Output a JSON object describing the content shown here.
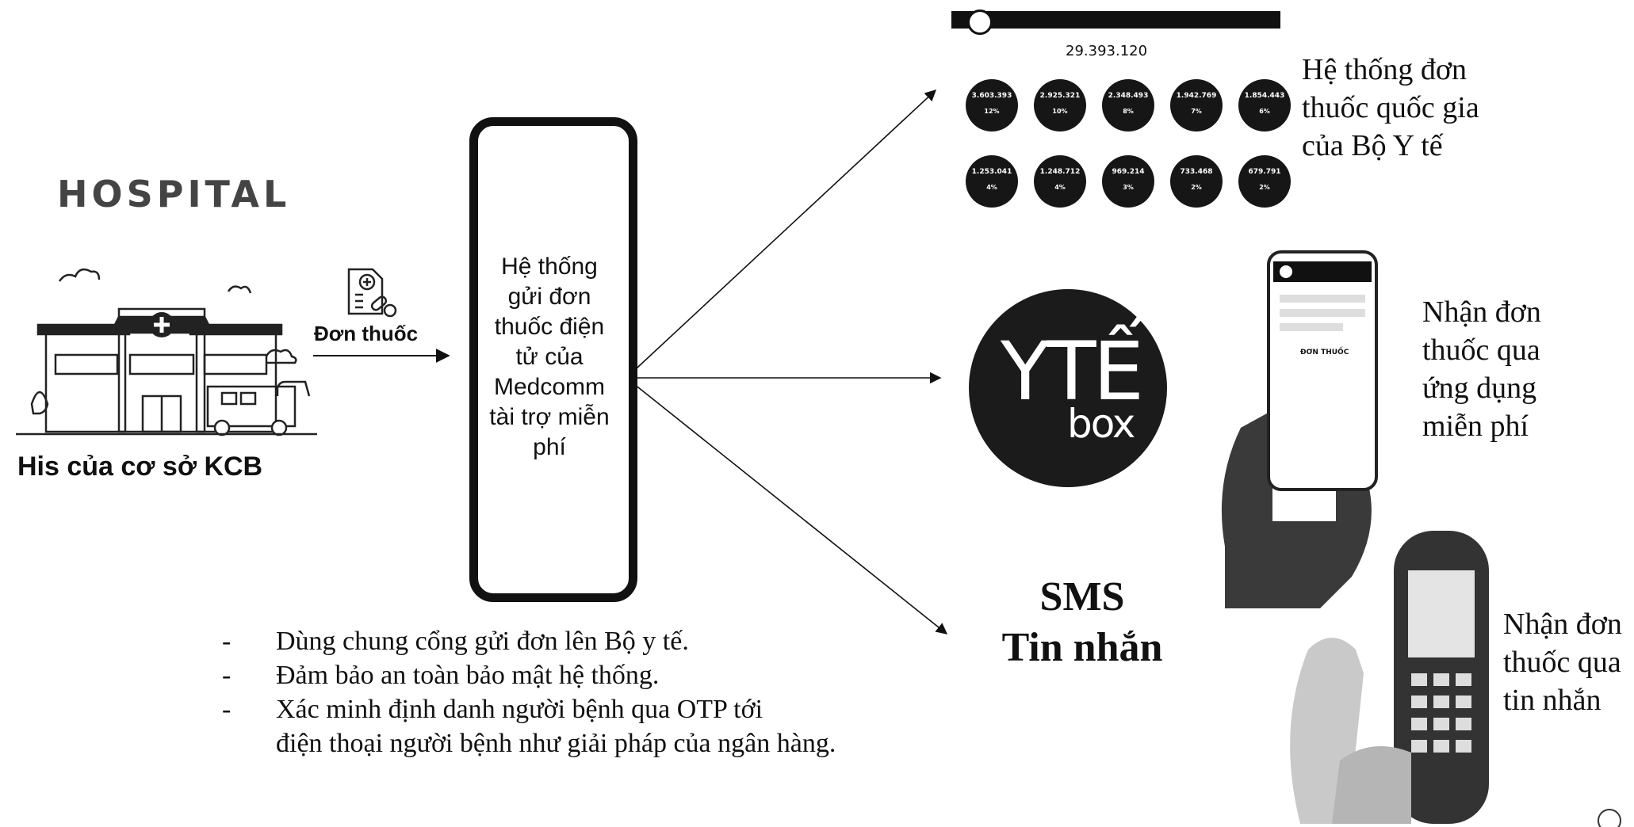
{
  "hospital": {
    "title": "HOSPITAL",
    "label": "His của cơ sở KCB"
  },
  "prescription": {
    "label": "Đơn thuốc"
  },
  "center_box": {
    "lines": [
      "Hệ thống",
      "gửi đơn",
      "thuốc điện",
      "tử của",
      "Medcomm",
      "tài trợ miễn",
      "phí"
    ]
  },
  "bullets": [
    {
      "dash": "-",
      "lines": [
        "Dùng chung cổng gửi đơn lên Bộ y tế."
      ]
    },
    {
      "dash": "-",
      "lines": [
        "Đảm bảo an toàn bảo mật hệ thống."
      ]
    },
    {
      "dash": "-",
      "lines": [
        "Xác minh định danh người bệnh qua OTP tới",
        "điện thoại người bệnh như giải pháp của ngân hàng."
      ]
    }
  ],
  "national_system": {
    "lines": [
      "Hệ thống đơn",
      "thuốc quốc gia",
      "của Bộ Y tế"
    ],
    "dashboard_total": "29.393.120",
    "stats": [
      {
        "value": "3.603.393",
        "percent": "12%"
      },
      {
        "value": "2.925.321",
        "percent": "10%"
      },
      {
        "value": "2.348.493",
        "percent": "8%"
      },
      {
        "value": "1.942.769",
        "percent": "7%"
      },
      {
        "value": "1.854.443",
        "percent": "6%"
      },
      {
        "value": "1.253.041",
        "percent": "4%"
      },
      {
        "value": "1.248.712",
        "percent": "4%"
      },
      {
        "value": "969.214",
        "percent": "3%"
      },
      {
        "value": "733.468",
        "percent": "2%"
      },
      {
        "value": "679.791",
        "percent": "2%"
      }
    ]
  },
  "app": {
    "logo_main": "YTẾ",
    "logo_sub": "box",
    "lines": [
      "Nhận đơn",
      "thuốc qua",
      "ứng dụng",
      "miễn phí"
    ],
    "screen_label": "ĐƠN THUỐC"
  },
  "sms": {
    "title_lines": [
      "SMS",
      "Tin nhắn"
    ],
    "lines": [
      "Nhận đơn",
      "thuốc qua",
      "tin nhắn"
    ]
  },
  "colors": {
    "ink": "#111111",
    "muted": "#444444"
  }
}
